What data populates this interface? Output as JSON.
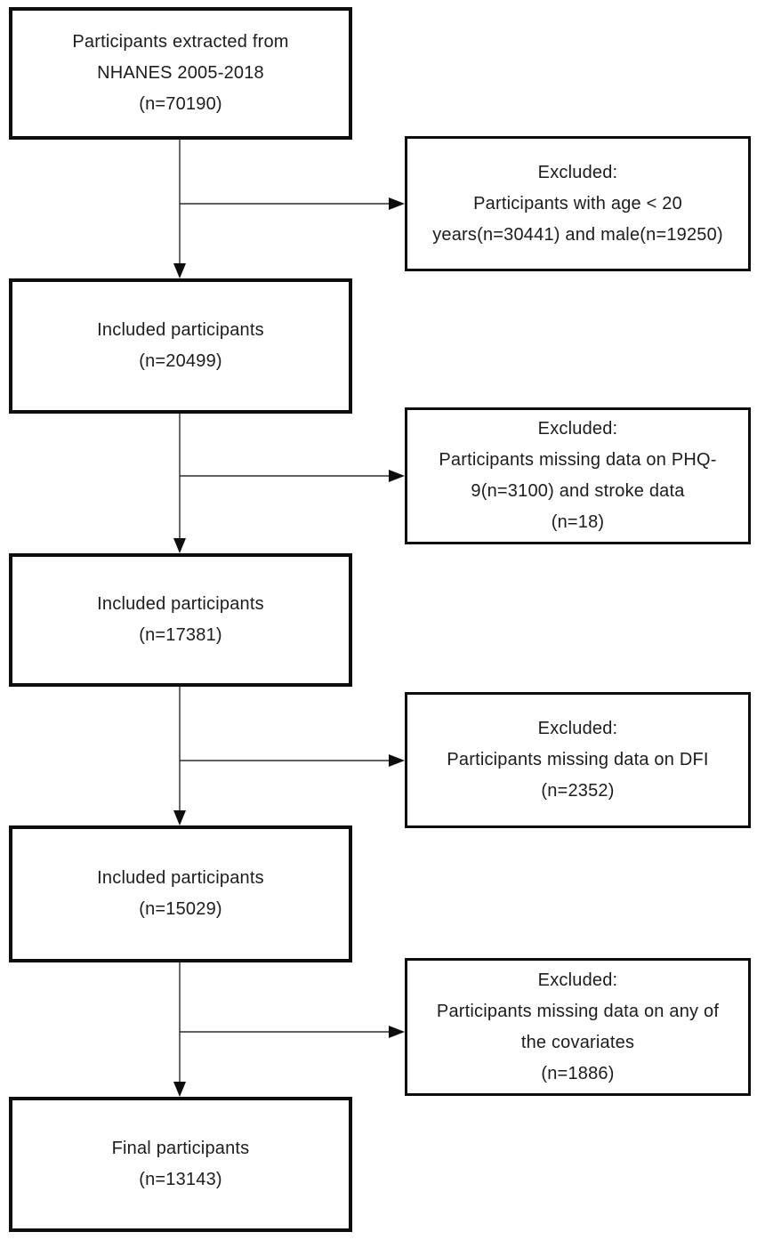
{
  "diagram": {
    "kind": "participant-flow-chart",
    "source_database": "",
    "colors": {
      "background": "#ffffff",
      "border": "#0d0d0d",
      "text": "#1c1c1c"
    },
    "boxes": {
      "source": {
        "text": "Participants extracted from\nNHANES 2005-2018\n(n=70190)",
        "n": 70190
      },
      "excluded1": {
        "text": "Excluded:\nParticipants with age < 20\nyears(n=30441) and male(n=19250)",
        "n_age": 30441,
        "n_male": 19250
      },
      "included1": {
        "text": "Included participants\n(n=20499)",
        "n": 20499
      },
      "excluded2": {
        "text": "Excluded:\nParticipants missing data on PHQ-\n9(n=3100) and stroke data\n(n=18)",
        "n_phq9": 3100,
        "n_stroke": 18
      },
      "included2": {
        "text": "Included participants\n(n=17381)",
        "n": 17381
      },
      "excluded3": {
        "text": "Excluded:\nParticipants missing data on DFI\n(n=2352)",
        "n": 2352
      },
      "included3": {
        "text": "Included participants\n(n=15029)",
        "n": 15029
      },
      "excluded4": {
        "text": "Excluded:\nParticipants missing data on any of\nthe covariates\n(n=1886)",
        "n": 1886
      },
      "final": {
        "text": "Final participants\n(n=13143)",
        "n": 13143
      }
    }
  }
}
